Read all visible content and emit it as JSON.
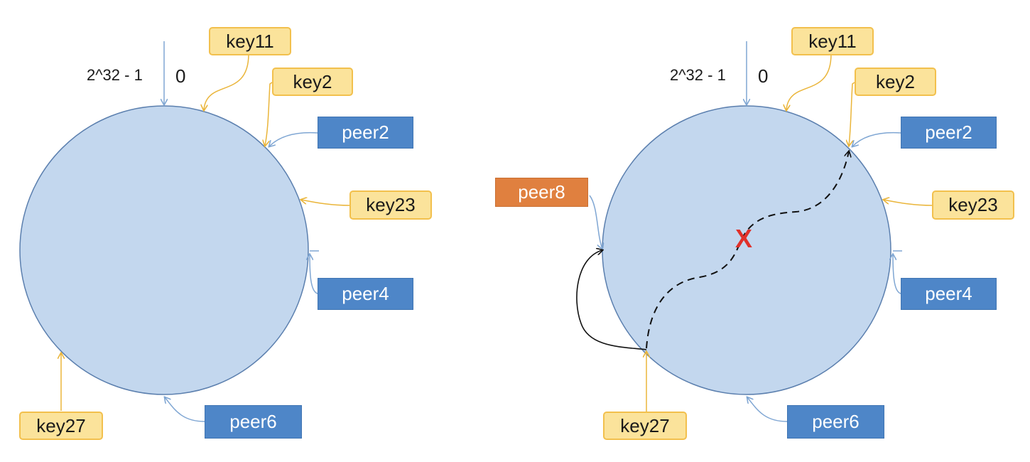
{
  "ring_max_label": "2^32 - 1",
  "ring_zero_label": "0",
  "colors": {
    "ring_fill": "#c3d7ee",
    "ring_stroke": "#5b7fae",
    "key_fill": "#fbe39b",
    "key_border": "#f2c04d",
    "peer_fill": "#4e86c8",
    "new_peer_fill": "#e0803f",
    "removed_mark": "#e0302a"
  },
  "left": {
    "keys": [
      "key11",
      "key2",
      "key23",
      "key27"
    ],
    "peers": [
      "peer2",
      "peer4",
      "peer6"
    ]
  },
  "right": {
    "keys": [
      "key11",
      "key2",
      "key23",
      "key27"
    ],
    "peers": [
      "peer2",
      "peer4",
      "peer6"
    ],
    "new_peer": "peer8",
    "removed_mark": "X"
  }
}
